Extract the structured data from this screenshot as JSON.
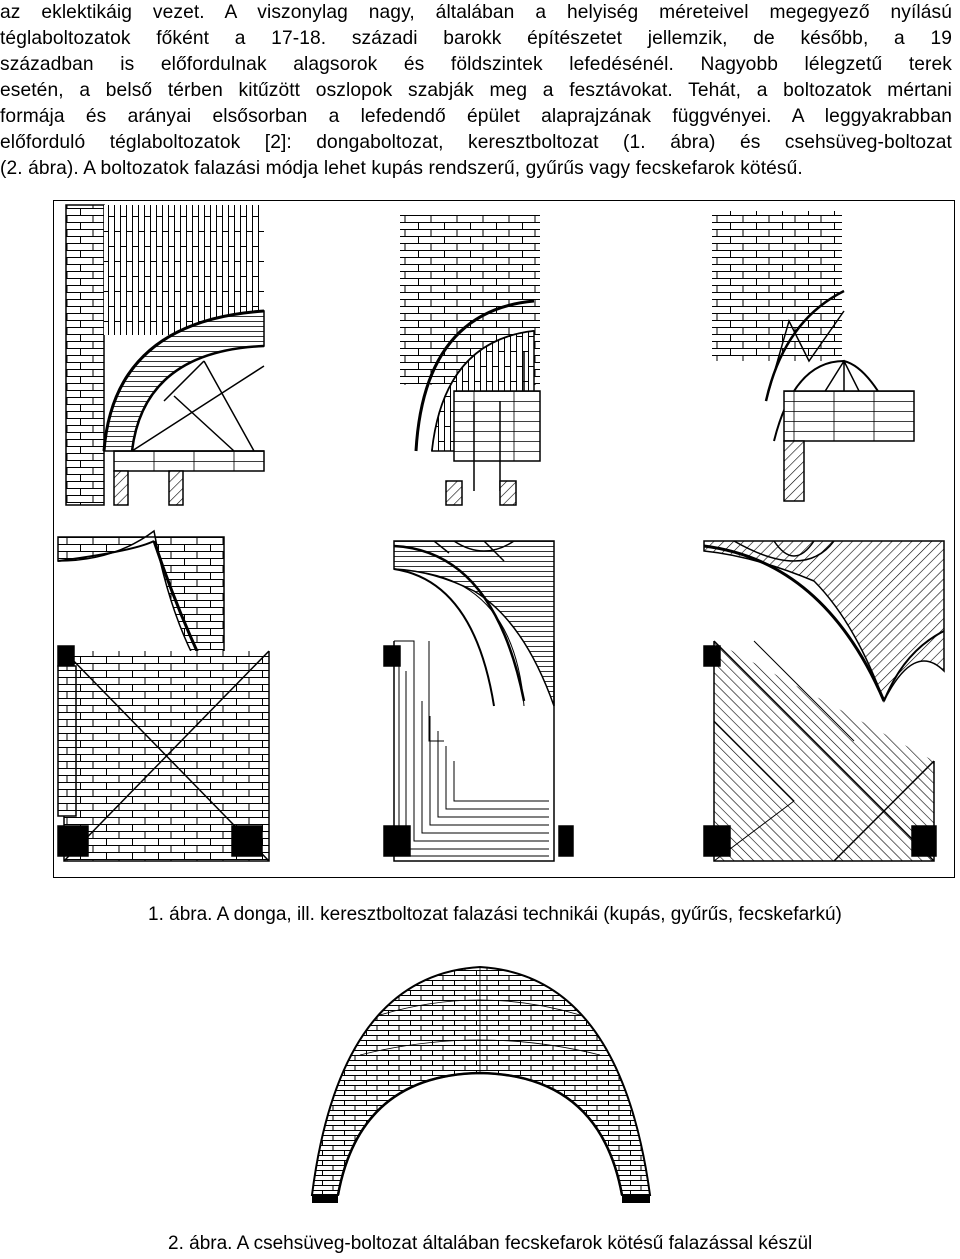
{
  "paragraph": {
    "lines": [
      "az eklektikáig vezet. A viszonylag nagy, általában a helyiség méreteivel megegyező nyílású",
      "téglaboltozatok főként a 17-18. századi barokk építészetet jellemzik, de később, a 19",
      "században is előfordulnak alagsorok és földszintek lefedésénél. Nagyobb lélegzetű terek",
      "esetén, a belső térben kitűzött oszlopok szabják meg a fesztávokat. Tehát, a boltozatok mértani",
      "formája és arányai elsősorban a lefedendő épület alaprajzának függvényei. A leggyakrabban",
      "előforduló téglaboltozatok [2]: dongaboltozat, keresztboltozat (1. ábra) és csehsüveg-boltozat",
      "(2. ábra). A boltozatok falazási módja lehet kupás rendszerű, gyűrűs vagy fecskefarok kötésű."
    ]
  },
  "figure1": {
    "caption": "1.   ábra. A donga, ill. keresztboltozat falazási technikái (kupás, gyűrűs, fecskefarkú)",
    "panels": [
      "barrel-vault-kupas",
      "barrel-vault-ring",
      "barrel-vault-fecskefark",
      "cross-vault-kupas",
      "cross-vault-ring",
      "cross-vault-fecskefark"
    ]
  },
  "figure2": {
    "caption": "2.   ábra. A csehsüveg-boltozat általában fecskefarok kötésű falazással készül"
  }
}
